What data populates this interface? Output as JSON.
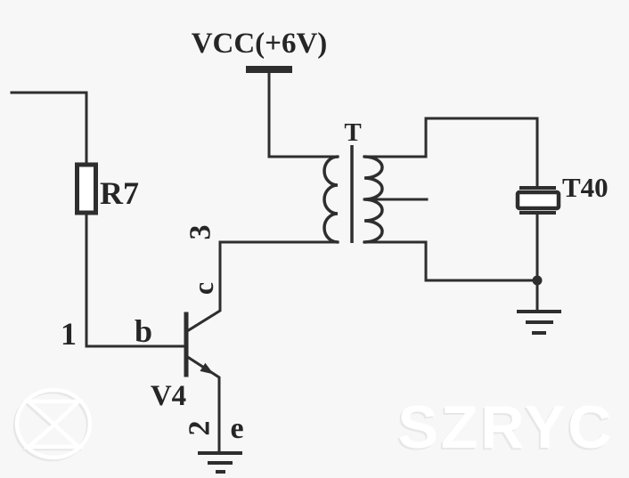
{
  "figure_type": "circuit-schematic",
  "colors": {
    "background": "#f7f7f7",
    "line": "#2e2e2e",
    "text": "#262626",
    "watermark": "#ffffff",
    "watermark_shadow": "#e7e7e7"
  },
  "labels": {
    "power_rail": "VCC(+6V)",
    "transformer": "T",
    "transducer": "T40",
    "resistor": "R7",
    "transistor": "V4",
    "terminal_base": "b",
    "terminal_collector": "c",
    "terminal_emitter": "e",
    "node_1": "1",
    "node_2": "2",
    "node_3": "3"
  },
  "components": [
    {
      "ref": "R7",
      "type": "resistor"
    },
    {
      "ref": "V4",
      "type": "npn-transistor",
      "terminals": [
        "b",
        "c",
        "e"
      ]
    },
    {
      "ref": "T",
      "type": "transformer",
      "primary_loops": 3,
      "secondary_loops": 4,
      "secondary_center_tap": true
    },
    {
      "ref": "T40",
      "type": "ultrasonic-transducer"
    },
    {
      "ref": "VCC",
      "type": "power-supply",
      "value": "+6V"
    }
  ],
  "watermark": {
    "text": "SZRYC"
  }
}
